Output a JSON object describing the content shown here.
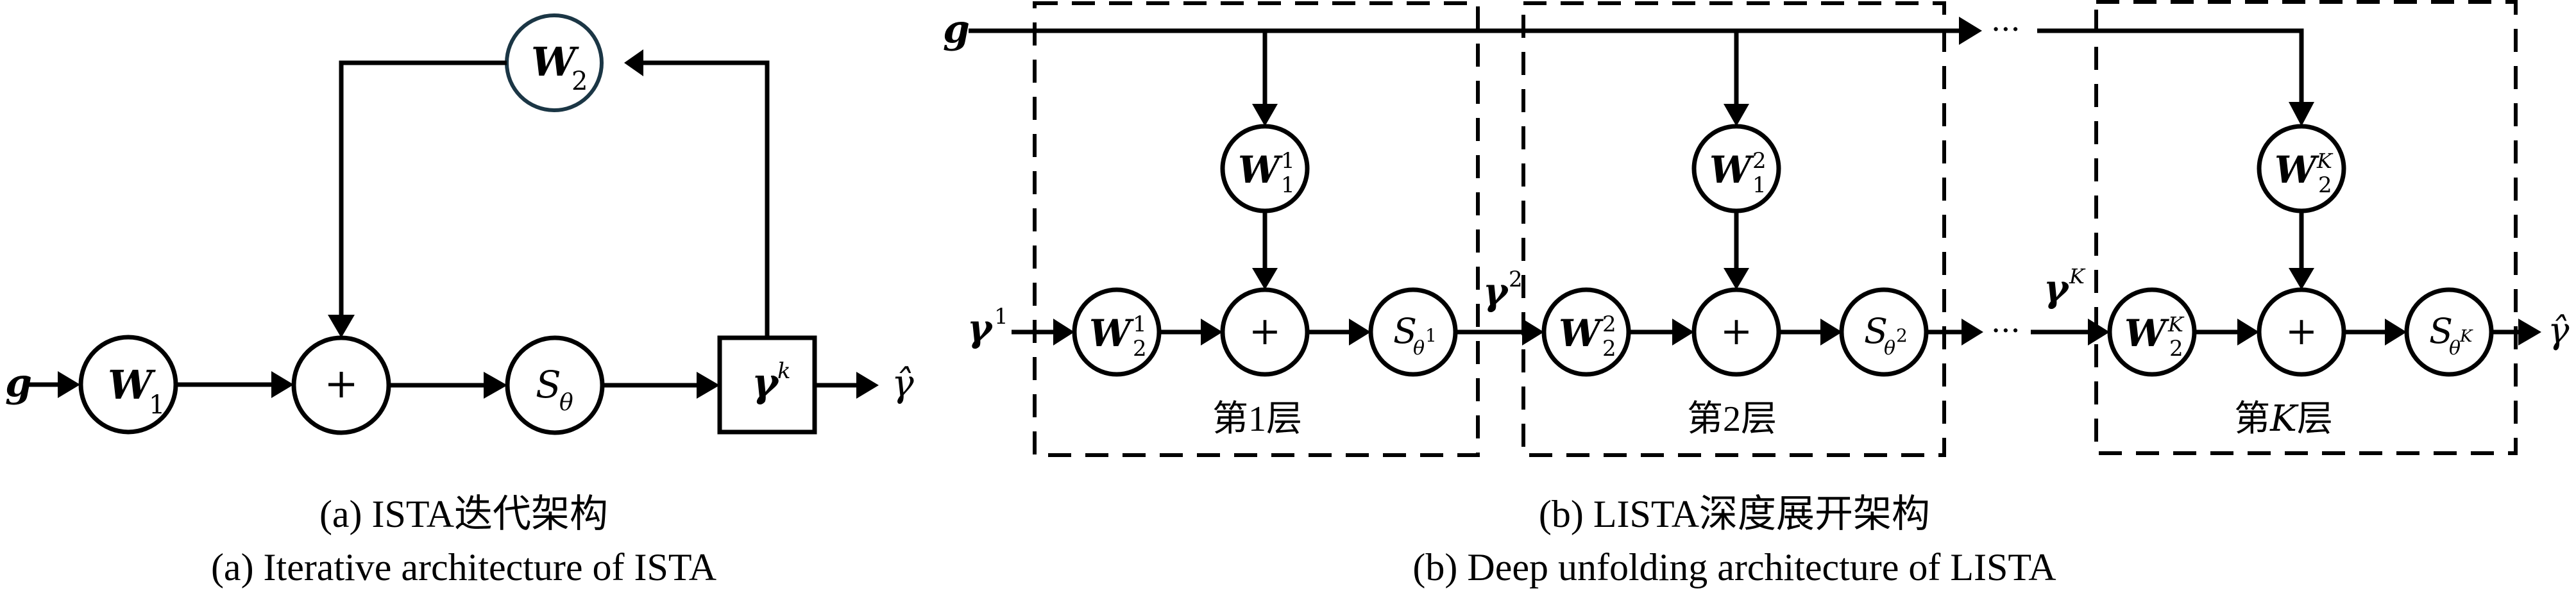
{
  "panel_a": {
    "input_label": "g",
    "nodes": {
      "w1": {
        "base": "W",
        "sub": "1"
      },
      "plus": {
        "symbol": "+"
      },
      "s": {
        "base": "S",
        "sub": "θ"
      },
      "gamma_box": {
        "base": "γ",
        "sup": "k"
      },
      "w2": {
        "base": "W",
        "sub": "2"
      }
    },
    "output_label": "γ̂",
    "caption_cn": "(a) ISTA迭代架构",
    "caption_en": "(a) Iterative architecture of ISTA"
  },
  "panel_b": {
    "input_label": "g",
    "input_gamma": {
      "base": "γ",
      "sup": "1"
    },
    "ellipsis": "···",
    "layers": [
      {
        "label": "第1层",
        "top_node": {
          "base": "W",
          "sup": "1",
          "sub": "1"
        },
        "left_node": {
          "base": "W",
          "sup": "1",
          "sub": "2"
        },
        "plus": "+",
        "s_node": {
          "base": "S",
          "sub": "θ",
          "subsup": "1"
        },
        "out_gamma": {
          "base": "γ",
          "sup": "2"
        }
      },
      {
        "label": "第2层",
        "top_node": {
          "base": "W",
          "sup": "2",
          "sub": "1"
        },
        "left_node": {
          "base": "W",
          "sup": "2",
          "sub": "2"
        },
        "plus": "+",
        "s_node": {
          "base": "S",
          "sub": "θ",
          "subsup": "2"
        }
      },
      {
        "label_prefix": "第",
        "label_var": "K",
        "label_suffix": "层",
        "top_node": {
          "base": "W",
          "sup": "K",
          "sub": "2"
        },
        "left_node": {
          "base": "W",
          "sup": "K",
          "sub": "2"
        },
        "plus": "+",
        "s_node": {
          "base": "S",
          "sub": "θ",
          "subsup": "K"
        },
        "in_gamma": {
          "base": "γ",
          "sup": "K"
        }
      }
    ],
    "output_label": "γ̂",
    "caption_cn": "(b) LISTA深度展开架构",
    "caption_en": "(b) Deep unfolding architecture of LISTA"
  }
}
